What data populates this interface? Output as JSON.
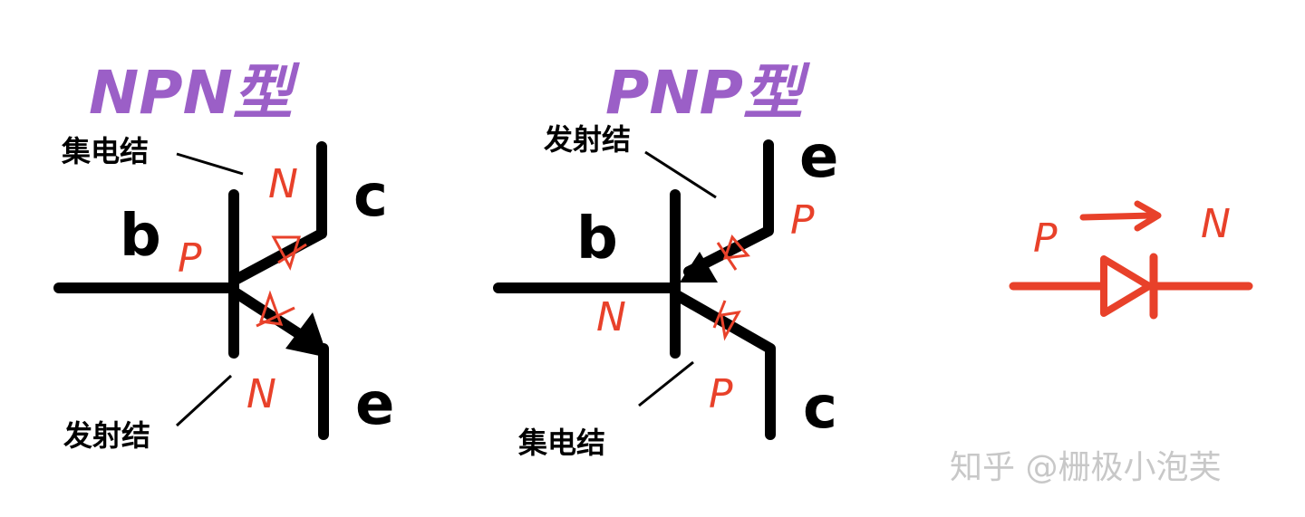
{
  "colors": {
    "title": "#9b5fc7",
    "semiconductor": "#e8412a",
    "wire": "#000000",
    "watermark": "#c8c8c8"
  },
  "npn": {
    "title": "NPN型",
    "collector_junction": "集电结",
    "emitter_junction": "发射结",
    "base": "b",
    "collector": "c",
    "emitter": "e",
    "base_region": "P",
    "collector_region": "N",
    "emitter_region": "N"
  },
  "pnp": {
    "title": "PNP型",
    "collector_junction": "集电结",
    "emitter_junction": "发射结",
    "base": "b",
    "collector": "c",
    "emitter": "e",
    "base_region": "N",
    "collector_region": "P",
    "emitter_region": "P"
  },
  "diode": {
    "anode": "P",
    "cathode": "N"
  },
  "watermark": "知乎 @栅极小泡芙"
}
